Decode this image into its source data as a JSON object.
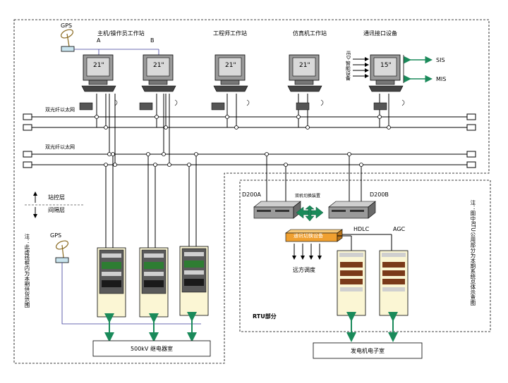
{
  "labels": {
    "gps_top": "GPS",
    "operator_station": "主机/操作员工作站",
    "station_a": "A",
    "station_b": "B",
    "engineer_station": "工程师工作站",
    "simulator": "仿真机工作站",
    "comm_interface": "通讯接口设备",
    "monitor_21": "21\"",
    "monitor_15": "15\"",
    "sis": "SIS",
    "mis": "MIS",
    "ied_vertical": "IED·智能设备",
    "ethernet_1": "双光纤以太网",
    "ethernet_2": "双光纤以太网",
    "station_layer": "站控层",
    "bay_layer": "间隔层",
    "gps_bottom": "GPS",
    "note_left": "注：此虚线框内为本期供货范围",
    "d200a": "D200A",
    "d200b": "D200B",
    "switch_label": "双机切换装置",
    "comm_device": "通讯切换设备",
    "hdlc": "HDLC",
    "agc": "AGC",
    "dispatch": "远方调度",
    "rtu": "RTU部分",
    "note_right": "注：图中RTU公用部分为本期系统总体示意图",
    "substation_500kv": "500kV 继电器室",
    "generator_room": "发电机电子室"
  },
  "colors": {
    "network": "#000000",
    "feeder_line": "#3b3b9a",
    "green_arrow": "#1a8a5a",
    "cabinet_fill": "#fbf6d4",
    "orange_device": "#f0a030",
    "monitor_fill": "#d9d9d9"
  }
}
